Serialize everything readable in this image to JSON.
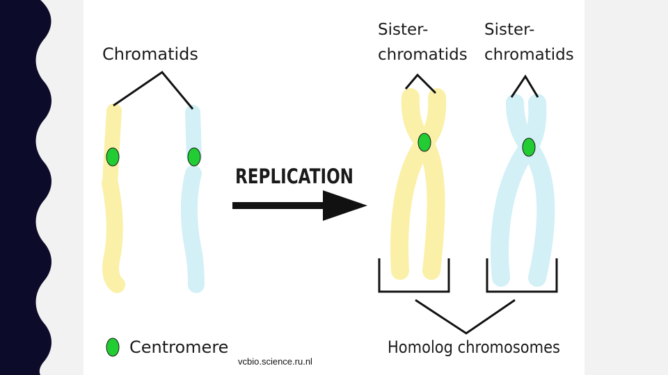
{
  "labels": {
    "chromatids": "Chromatids",
    "sister_1_line1": "Sister-",
    "sister_1_line2": "chromatids",
    "sister_2_line1": "Sister-",
    "sister_2_line2": "chromatids",
    "replication": "REPLICATION",
    "centromere": "Centromere",
    "homolog": "Homolog chromosomes"
  },
  "source": "vcbio.science.ru.nl",
  "colors": {
    "yellow_chromatid": "#fbf0a8",
    "blue_chromatid": "#d2f0f6",
    "centromere": "#22cc33",
    "slide_left_edge": "#0d0b2a",
    "slide_right_bar": "#6ab6c8",
    "background": "#f2f2f2"
  }
}
